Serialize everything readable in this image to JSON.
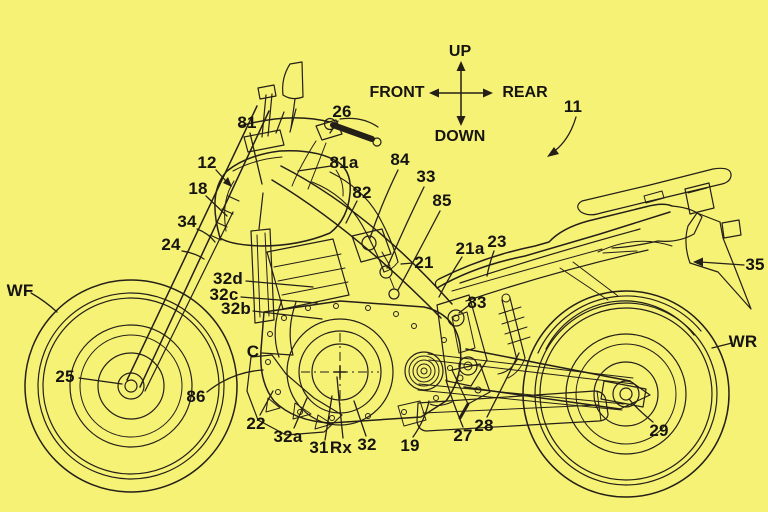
{
  "figure": {
    "background_color": "#f6f276",
    "line_color": "#241f17",
    "text_color": "#161410"
  },
  "compass": {
    "up": "UP",
    "down": "DOWN",
    "front": "FRONT",
    "rear": "REAR"
  },
  "labels": [
    {
      "id": "11",
      "text": "11"
    },
    {
      "id": "26",
      "text": "26"
    },
    {
      "id": "81",
      "text": "81"
    },
    {
      "id": "12",
      "text": "12"
    },
    {
      "id": "81a",
      "text": "81a"
    },
    {
      "id": "84",
      "text": "84"
    },
    {
      "id": "33",
      "text": "33"
    },
    {
      "id": "18",
      "text": "18"
    },
    {
      "id": "82",
      "text": "82"
    },
    {
      "id": "85",
      "text": "85"
    },
    {
      "id": "34",
      "text": "34"
    },
    {
      "id": "24",
      "text": "24"
    },
    {
      "id": "23",
      "text": "23"
    },
    {
      "id": "21a",
      "text": "21a"
    },
    {
      "id": "21",
      "text": "21"
    },
    {
      "id": "35",
      "text": "35"
    },
    {
      "id": "32d",
      "text": "32d"
    },
    {
      "id": "WF",
      "text": "WF"
    },
    {
      "id": "32c",
      "text": "32c"
    },
    {
      "id": "32b",
      "text": "32b"
    },
    {
      "id": "83",
      "text": "83"
    },
    {
      "id": "WR",
      "text": "WR"
    },
    {
      "id": "C",
      "text": "C"
    },
    {
      "id": "25",
      "text": "25"
    },
    {
      "id": "86",
      "text": "86"
    },
    {
      "id": "22",
      "text": "22"
    },
    {
      "id": "32a",
      "text": "32a"
    },
    {
      "id": "31",
      "text": "31"
    },
    {
      "id": "Rx",
      "text": "Rx"
    },
    {
      "id": "32",
      "text": "32"
    },
    {
      "id": "19",
      "text": "19"
    },
    {
      "id": "27",
      "text": "27"
    },
    {
      "id": "28",
      "text": "28"
    },
    {
      "id": "29",
      "text": "29"
    }
  ]
}
